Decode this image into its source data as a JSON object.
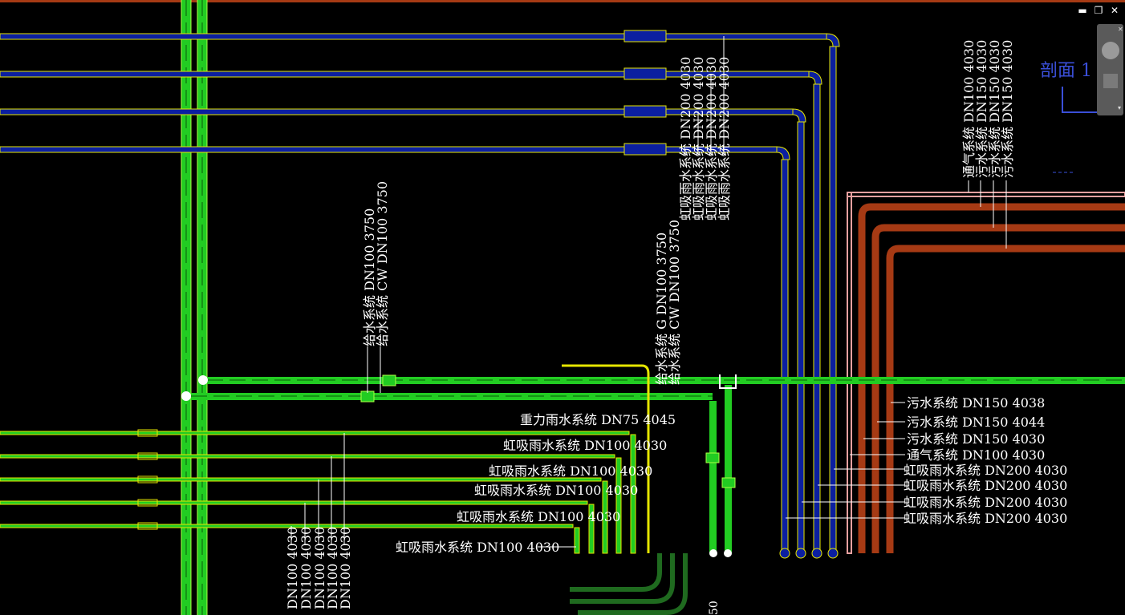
{
  "window": {
    "minimize_glyph": "▬",
    "restore_glyph": "❐",
    "close_glyph": "✕"
  },
  "viewport": {
    "view_label": "剖面 1"
  },
  "navbar": {
    "icons": [
      "steering-wheel-icon",
      "pan-icon",
      "navbar-menu-icon"
    ],
    "close_glyph": "✕",
    "menu_glyph": "▾"
  },
  "labels": {
    "top_vertical": [
      "虹吸雨水系统 DN200 4030",
      "虹吸雨水系统 DN200 4030",
      "虹吸雨水系统 DN200 4030",
      "虹吸雨水系统 DN200 4030"
    ],
    "supply_a": [
      "给水系统 DN100 3750",
      "给水系统 CW DN100 3750"
    ],
    "supply_b": [
      "给水系统 G DN100 3750",
      "给水系统 CW DN100 3750"
    ],
    "right_top": [
      "通气系统 DN100 4030",
      "污水系统 DN150 4030",
      "污水系统 DN150 4030",
      "污水系统 DN150 4030"
    ],
    "rain_left": [
      "重力雨水系统 DN75 4045",
      "虹吸雨水系统 DN100 4030",
      "虹吸雨水系统 DN100 4030",
      "虹吸雨水系统 DN100 4030",
      "虹吸雨水系统 DN100 4030",
      "虹吸雨水系统 DN100 4030"
    ],
    "bottom_vertical": [
      "DN100 4030",
      "DN100 4030",
      "DN100 4030",
      "DN100 4030",
      "DN100 4030"
    ],
    "right_list": [
      "污水系统 DN150 4038",
      "污水系统 DN150 4044",
      "污水系统 DN150 4030",
      "通气系统 DN100 4030",
      "虹吸雨水系统 DN200 4030",
      "虹吸雨水系统 DN200 4030",
      "虹吸雨水系统 DN200 4030",
      "虹吸雨水系统 DN200 4030"
    ],
    "bottom_fragment": "50"
  },
  "colors": {
    "background": "#000000",
    "supply_pipe": "#22cc22",
    "supply_outline": "#aaff44",
    "rain_pipe": "#0b1fa0",
    "rain_outline": "#e6e600",
    "sewage_pipe": "#a63a14",
    "vent_pipe": "#e8a0a0",
    "view_label": "#3a4fd8",
    "top_border": "#a63a14"
  }
}
